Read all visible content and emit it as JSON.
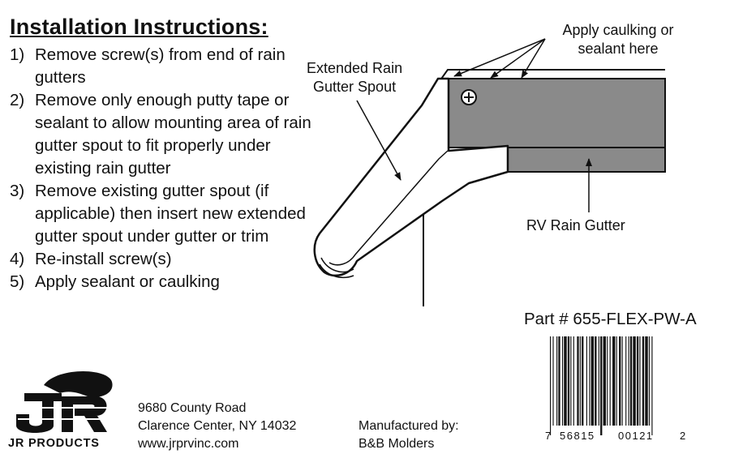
{
  "title": "Installation Instructions:",
  "steps": [
    {
      "num": "1)",
      "text": "Remove screw(s) from end of rain gutters"
    },
    {
      "num": "2)",
      "text": "Remove only enough putty tape or sealant to allow mounting area of rain gutter spout to fit properly under existing rain gutter"
    },
    {
      "num": "3)",
      "text": "Remove existing gutter spout (if applicable) then insert new extended gutter spout under gutter or trim"
    },
    {
      "num": "4)",
      "text": "Re-install screw(s)"
    },
    {
      "num": "5)",
      "text": "Apply sealant or caulking"
    }
  ],
  "diagram": {
    "caulk_line1": "Apply caulking or",
    "caulk_line2": "sealant here",
    "spout_line1": "Extended Rain",
    "spout_line2": "Gutter Spout",
    "gutter_label": "RV Rain Gutter"
  },
  "part_number": "Part # 655-FLEX-PW-A",
  "barcode": {
    "digit_left": "7",
    "group1": "56815",
    "group2": "00121",
    "digit_right": "2"
  },
  "company": {
    "logo_text": "JR",
    "brand": "JR PRODUCTS",
    "address_line1": "9680 County Road",
    "address_line2": "Clarence Center, NY 14032",
    "website": "www.jrprvinc.com"
  },
  "manufacturer": {
    "label": "Manufactured by:",
    "name": "B&B Molders"
  },
  "colors": {
    "gutter_fill": "#8a8a8a",
    "ink": "#111111"
  }
}
